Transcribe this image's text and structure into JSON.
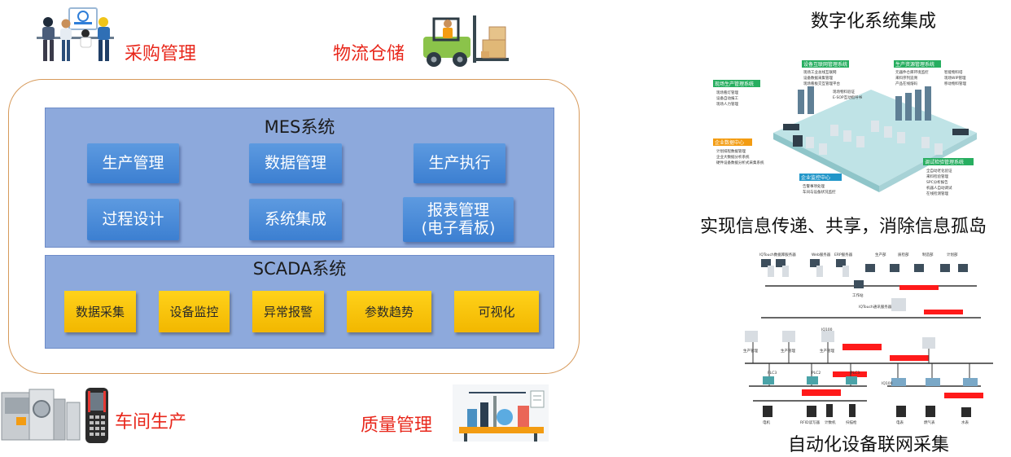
{
  "left": {
    "corner_labels": {
      "procurement": "采购管理",
      "logistics": "物流仓储",
      "workshop": "车间生产",
      "quality": "质量管理"
    },
    "mes": {
      "title": "MES系统",
      "modules": [
        "生产管理",
        "数据管理",
        "生产执行",
        "过程设计",
        "系统集成",
        "报表管理",
        "(电子看板)"
      ]
    },
    "scada": {
      "title": "SCADA系统",
      "modules": [
        "数据采集",
        "设备监控",
        "异常报警",
        "参数趋势",
        "可视化"
      ]
    }
  },
  "right": {
    "digital_integration": {
      "title": "数字化系统集成",
      "boxes": {
        "site_mgmt": {
          "title": "现场生产管理系统",
          "lines": [
            "现场看灯管理",
            "设备自动报工",
            "现场人力管理"
          ]
        },
        "iot_mgmt": {
          "title": "设备互联网管理系统",
          "lines": [
            "现场工业总线互联网",
            "设备数据采集管理",
            "现场看板交互管理平台",
            "现场物料验证",
            "E-SOP互动指导书"
          ]
        },
        "erp": {
          "title": "生产资源管理系统",
          "lines": [
            "元器件仓库环境监控",
            "智能物料塔",
            "来料序列追溯",
            "现场WIP管理",
            "产品在线熔码",
            "移动物料管理"
          ]
        },
        "data_center": {
          "title": "企业数据中心",
          "lines": [
            "计划排程数据管理",
            "企业大数据分析系统",
            "硬件设备数据分析式采集系统"
          ]
        },
        "monitor_center": {
          "title": "企业监控中心",
          "lines": [
            "告警事项处理",
            "车间与设备状况监控"
          ]
        },
        "test_mgmt": {
          "title": "调试检验管理系统",
          "lines": [
            "全自动老化验证",
            "来料检验管理",
            "SPC分析报告",
            "机器人自动调试",
            "在线检测管理"
          ]
        }
      }
    },
    "info_sharing": {
      "title": "实现信息传递、共享，消除信息孤岛"
    },
    "automation": {
      "title": "自动化设备联网采集",
      "labels": [
        "IQTouch数据库服务器",
        "Web服务器",
        "ERP服务器",
        "生产部",
        "质检部",
        "制造部",
        "计划部",
        "工作站",
        "IQTouch通讯服务器",
        "生产管理",
        "生产管理",
        "生产管理",
        "IQ100",
        "IQ100",
        "PLC3",
        "PLC2",
        "PLC3",
        "电机",
        "RFID读写器",
        "计数机",
        "扫描枪",
        "电表",
        "燃气表",
        "水表"
      ]
    }
  }
}
